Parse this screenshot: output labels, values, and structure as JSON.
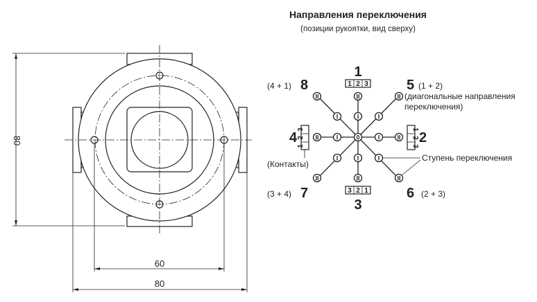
{
  "title": "Направления переключения",
  "subtitle": "(позиции рукоятки, вид сверху)",
  "dimensions": {
    "height": "80",
    "hole_spacing": "60",
    "width": "80"
  },
  "positions": {
    "p1": {
      "num": "1",
      "contacts": [
        "1",
        "2",
        "3"
      ]
    },
    "p2": {
      "num": "2",
      "contacts": [
        "1",
        "2",
        "3"
      ]
    },
    "p3": {
      "num": "3",
      "contacts": [
        "3",
        "2",
        "1"
      ]
    },
    "p4": {
      "num": "4",
      "contacts": [
        "1",
        "2",
        "3"
      ]
    },
    "p5": {
      "num": "5",
      "combo": "(1 + 2)"
    },
    "p6": {
      "num": "6",
      "combo": "(2 + 3)"
    },
    "p7": {
      "num": "7",
      "combo": "(3 + 4)"
    },
    "p8": {
      "num": "8",
      "combo": "(4 + 1)"
    }
  },
  "step_labels": {
    "zero": "0",
    "one": "I",
    "two": "II"
  },
  "annotations": {
    "diagonal_line1": "(диагональные направления",
    "diagonal_line2": "переключения)",
    "contacts": "(Контакты)",
    "switch_step": "Ступень переключения"
  }
}
